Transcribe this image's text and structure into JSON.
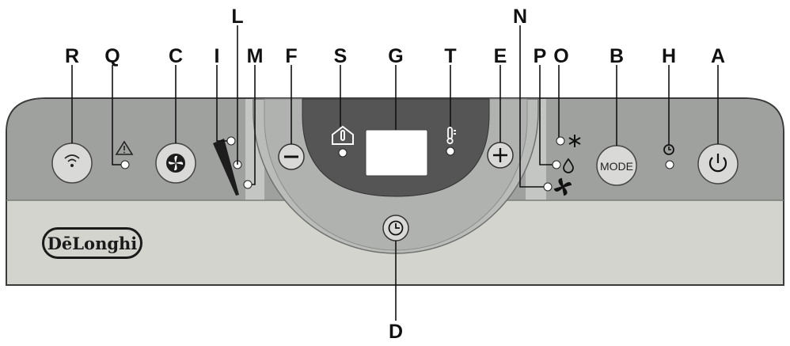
{
  "brand": {
    "logo_text": "DēLonghi"
  },
  "panel": {
    "colors": {
      "body": "#d4d4cf",
      "upper_band": "#9fa19f",
      "dial": "#babcb9",
      "display_frame": "#545554",
      "screen": "#ffffff",
      "outline": "#3a3a3a"
    },
    "mode_label": "MODE"
  },
  "callouts": [
    {
      "id": "R",
      "label": "R",
      "target": "remote-sensor-button"
    },
    {
      "id": "Q",
      "label": "Q",
      "target": "warning-led"
    },
    {
      "id": "C",
      "label": "C",
      "target": "fan-speed-button"
    },
    {
      "id": "I",
      "label": "I",
      "target": "fan-high-led"
    },
    {
      "id": "L",
      "label": "L",
      "target": "fan-medium-led"
    },
    {
      "id": "M",
      "label": "M",
      "target": "fan-low-led"
    },
    {
      "id": "F",
      "label": "F",
      "target": "minus-button"
    },
    {
      "id": "S",
      "label": "S",
      "target": "room-temp-led"
    },
    {
      "id": "G",
      "label": "G",
      "target": "display-screen"
    },
    {
      "id": "T",
      "label": "T",
      "target": "set-temp-led"
    },
    {
      "id": "E",
      "label": "E",
      "target": "plus-button"
    },
    {
      "id": "N",
      "label": "N",
      "target": "fan-mode-led"
    },
    {
      "id": "P",
      "label": "P",
      "target": "dehumidify-led"
    },
    {
      "id": "O",
      "label": "O",
      "target": "cool-mode-led"
    },
    {
      "id": "B",
      "label": "B",
      "target": "mode-button"
    },
    {
      "id": "H",
      "label": "H",
      "target": "timer-led"
    },
    {
      "id": "A",
      "label": "A",
      "target": "power-button"
    },
    {
      "id": "D",
      "label": "D",
      "target": "timer-button"
    }
  ]
}
